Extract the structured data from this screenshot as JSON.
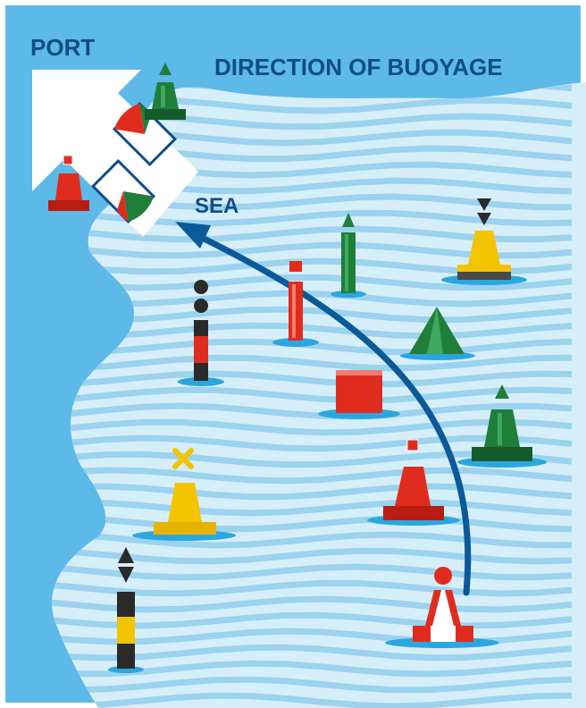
{
  "labels": {
    "port": "PORT",
    "direction": "DIRECTION OF BUOYAGE",
    "sea": "SEA"
  },
  "colors": {
    "land": "#5cb9e8",
    "sea": "#d6eefa",
    "wave": "#9bd3ef",
    "arrow": "#0b5a97",
    "label": "#0f4c8a",
    "red": "#e02c1e",
    "green": "#1f7f3a",
    "yellow": "#f2c400",
    "black": "#2a2a2a",
    "water_ring": "#2ba7df"
  },
  "icons": {
    "port_arrow": "harbour-entrance-arrow",
    "leading_lights": "sector-light-icon",
    "buoys": [
      "green-conical-buoy",
      "red-can-buoy",
      "green-spar-buoy",
      "red-spar-buoy",
      "isolated-danger-spar-buoy",
      "south-cardinal-buoy",
      "green-cone-buoy",
      "red-box-buoy",
      "special-mark-buoy",
      "green-conical-buoy-right",
      "red-can-buoy-center",
      "east-cardinal-spar-buoy",
      "safe-water-buoy"
    ]
  }
}
